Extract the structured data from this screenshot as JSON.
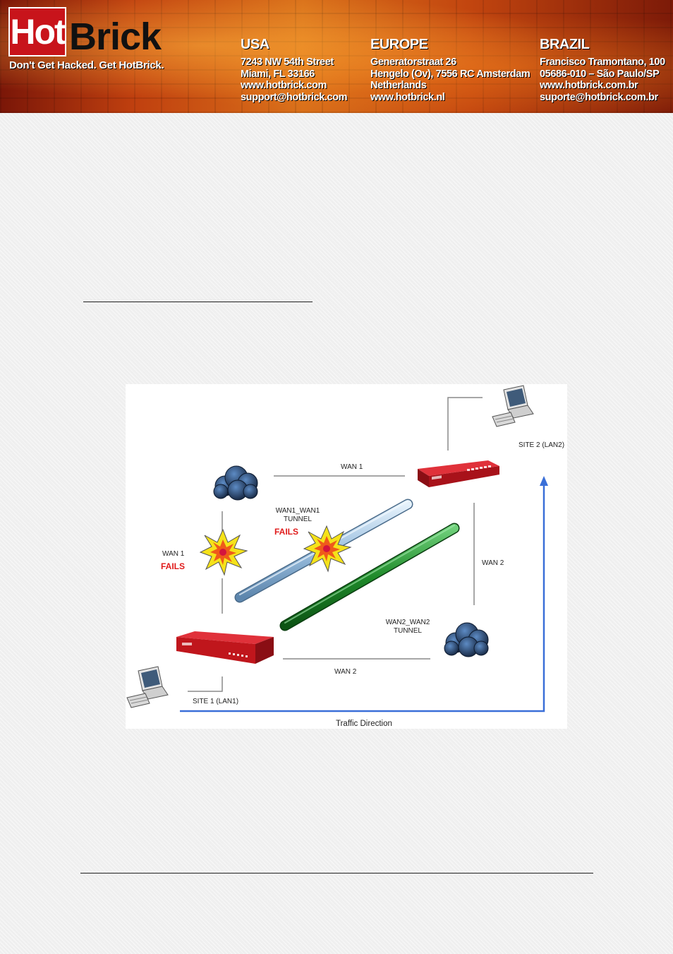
{
  "header": {
    "logo_hot": "Hot",
    "logo_brick": "Brick",
    "tagline": "Don't Get Hacked. Get HotBrick.",
    "offices": [
      {
        "title": "USA",
        "lines": [
          "7243 NW 54th Street",
          "Miami, FL 33166",
          "www.hotbrick.com",
          "support@hotbrick.com"
        ]
      },
      {
        "title": "EUROPE",
        "lines": [
          "Generatorstraat 26",
          "Hengelo (Ov), 7556 RC Amsterdam",
          "Netherlands",
          "www.hotbrick.nl"
        ]
      },
      {
        "title": "BRAZIL",
        "lines": [
          "Francisco Tramontano, 100",
          "05686-010 – São Paulo/SP",
          "www.hotbrick.com.br",
          "suporte@hotbrick.com.br"
        ]
      }
    ]
  },
  "diagram": {
    "wan1_top": "WAN 1",
    "wan1_left": "WAN 1",
    "wan1_fails": "FAILS",
    "tunnel1_line1": "WAN1_WAN1",
    "tunnel1_line2": "TUNNEL",
    "tunnel1_fails": "FAILS",
    "wan2_right": "WAN 2",
    "wan2_bottom": "WAN 2",
    "tunnel2_line1": "WAN2_WAN2",
    "tunnel2_line2": "TUNNEL",
    "site1": "SITE 1 (LAN1)",
    "site2": "SITE 2 (LAN2)",
    "traffic": "Traffic Direction",
    "colors": {
      "fail": "#e01b1b",
      "tunnel1": "#9cc0e0",
      "tunnel2": "#1f8a2a",
      "arrow": "#3a6fd8",
      "router": "#c0161c"
    }
  }
}
